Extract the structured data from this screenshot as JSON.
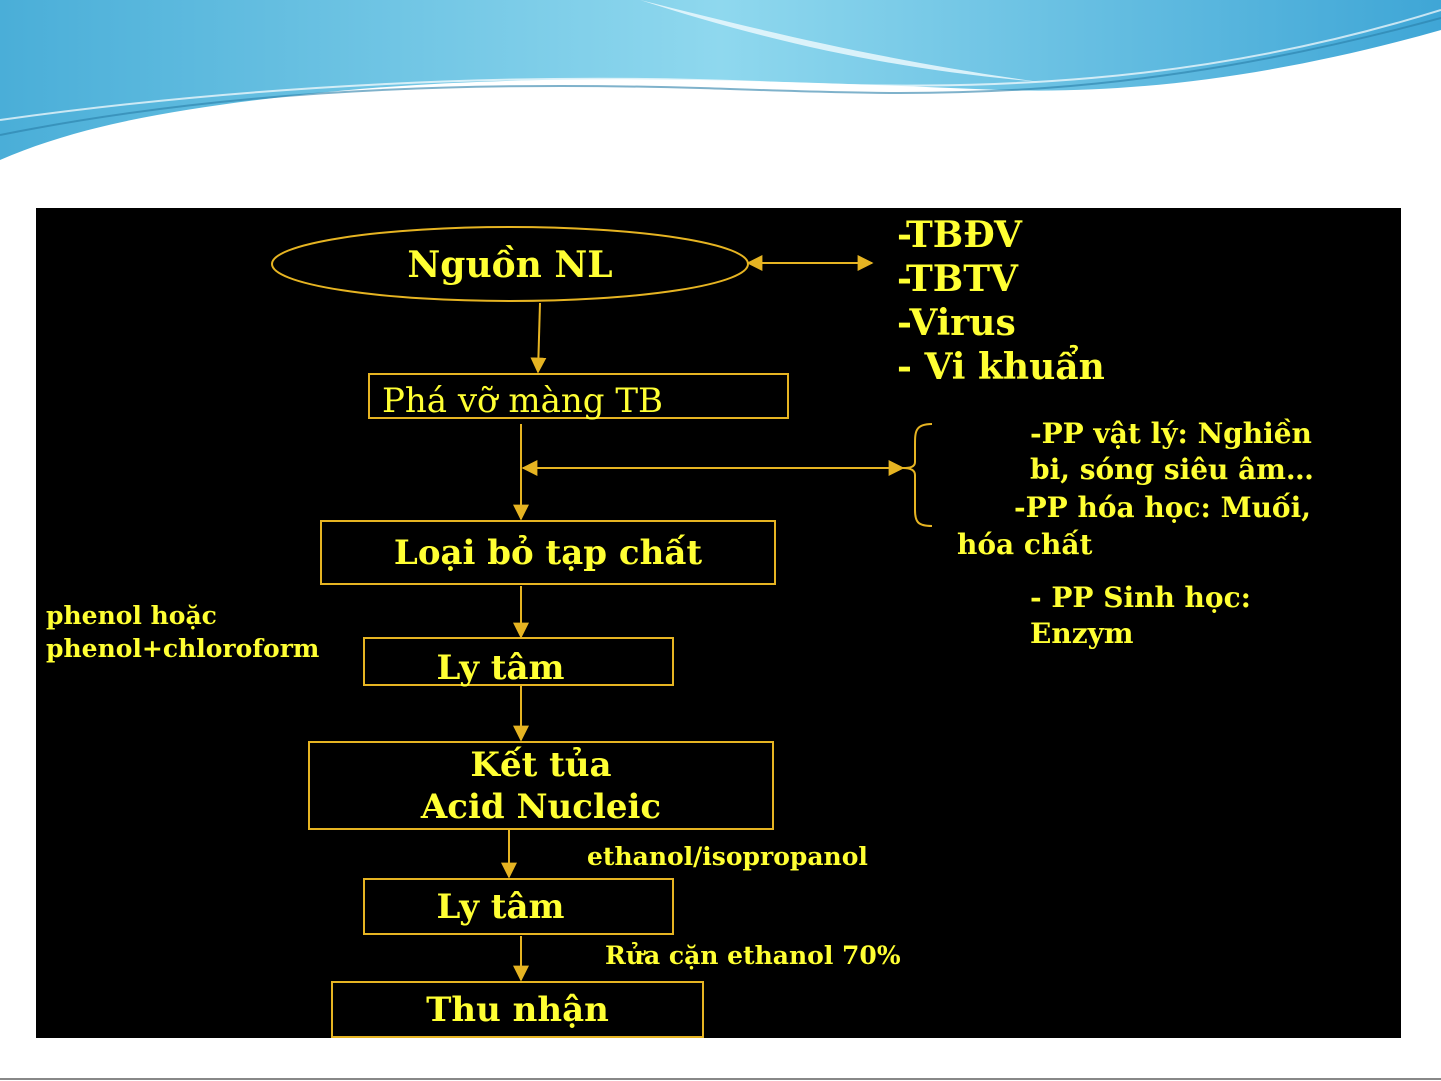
{
  "colors": {
    "accent": "#ffff33",
    "line": "#e6b422",
    "background": "#000000",
    "banner": "#6fc8e6"
  },
  "flow": {
    "source": "Nguồn NL",
    "break_membrane": "Phá vỡ màng TB",
    "remove_impurities": "Loại bỏ tạp chất",
    "centrifuge_1": "Ly tâm",
    "precipitate_line1": "Kết tủa",
    "precipitate_line2": "Acid Nucleic",
    "centrifuge_2": "Ly tâm",
    "collect": "Thu nhận"
  },
  "sources_list": [
    "-TBĐV",
    "-TBTV",
    "-Virus",
    "- Vi khuẩn"
  ],
  "methods": {
    "physical_line1": "-PP vật lý:    Nghiền",
    "physical_line2": "bi, sóng siêu âm…",
    "chemical_line1": "-PP hóa học: Muối,",
    "chemical_line2": "hóa chất",
    "biological_line1": "- PP Sinh học:",
    "biological_line2": "Enzym"
  },
  "reagents": {
    "phenol_line1": "phenol hoặc",
    "phenol_line2": "phenol+chloroform",
    "alcohol": "ethanol/isopropanol",
    "wash": "Rửa cặn ethanol 70%"
  }
}
